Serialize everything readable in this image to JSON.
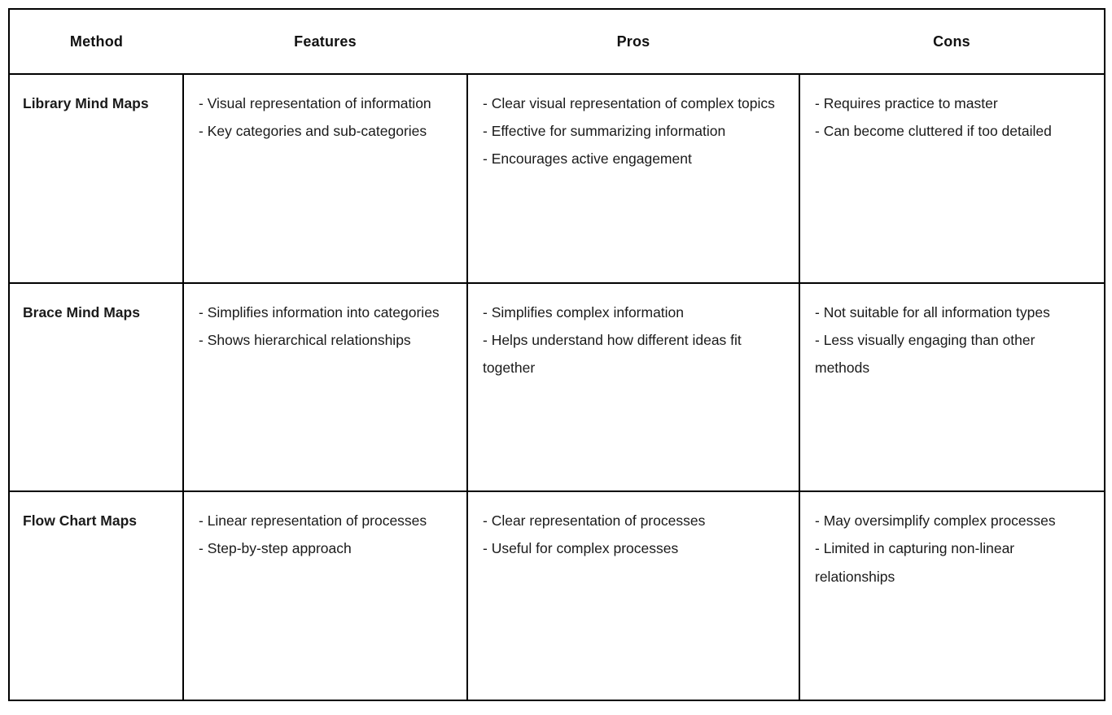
{
  "table": {
    "columns": [
      {
        "key": "method",
        "label": "Method"
      },
      {
        "key": "features",
        "label": "Features"
      },
      {
        "key": "pros",
        "label": "Pros"
      },
      {
        "key": "cons",
        "label": "Cons"
      }
    ],
    "rows": [
      {
        "method": "Library Mind Maps",
        "features": "- Visual representation of information\n- Key categories and sub-categories",
        "pros": "- Clear visual representation of complex topics\n- Effective for summarizing information\n- Encourages active engagement",
        "cons": "- Requires practice to master\n- Can become cluttered if too detailed"
      },
      {
        "method": "Brace Mind Maps",
        "features": "- Simplifies information into categories\n- Shows hierarchical relationships",
        "pros": "- Simplifies complex information\n- Helps understand how different ideas fit together",
        "cons": "- Not suitable for all information types\n- Less visually engaging than other methods"
      },
      {
        "method": "Flow Chart Maps",
        "features": "- Linear representation of processes\n- Step-by-step approach",
        "pros": "- Clear representation of processes\n- Useful for complex processes",
        "cons": "- May oversimplify complex processes\n- Limited in capturing non-linear relationships"
      }
    ]
  },
  "style": {
    "border_color": "#000000",
    "text_color": "#1a1a1a",
    "background": "#ffffff"
  }
}
